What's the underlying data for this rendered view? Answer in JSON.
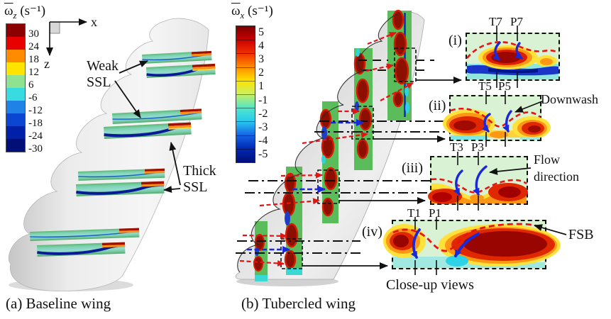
{
  "colorbar_z": {
    "title": {
      "symbol": "ω",
      "sub": "z",
      "unit": "(s⁻¹)"
    },
    "labels": [
      "30",
      "24",
      "18",
      "12",
      "6",
      "-6",
      "-12",
      "-18",
      "-24",
      "-30"
    ],
    "colors": [
      "#8b0000",
      "#e60000",
      "#ff8c00",
      "#ffe400",
      "#8fe28f",
      "#38dce0",
      "#1e82e6",
      "#0a46d2",
      "#0020a8",
      "#001078"
    ]
  },
  "colorbar_x": {
    "title": {
      "symbol": "ω",
      "sub": "x",
      "unit": "(s⁻¹)"
    },
    "labels": [
      "5",
      "4",
      "3",
      "2",
      "1",
      "-1",
      "-2",
      "-3",
      "-4",
      "-5"
    ],
    "gradient": [
      "#7a0000",
      "#cc0000",
      "#f03000",
      "#ff8c00",
      "#ffe100",
      "#c8f064",
      "#50e6c8",
      "#28c8f0",
      "#1464e6",
      "#0028b4",
      "#000f78"
    ]
  },
  "axes": {
    "x": "x",
    "z": "z"
  },
  "panel_a": {
    "weak_line1": "Weak",
    "weak_line2": "SSL",
    "thick_line1": "Thick",
    "thick_line2": "SSL",
    "caption": "(a) Baseline wing"
  },
  "panel_b": {
    "caption": "(b) Tubercled wing"
  },
  "closeups": {
    "i": {
      "label": "(i)",
      "t": "T7",
      "p": "P7"
    },
    "ii": {
      "label": "(ii)",
      "t": "T5",
      "p": "P5",
      "annotation": "Downwash"
    },
    "iii": {
      "label": "(iii)",
      "t": "T3",
      "p": "P3",
      "annotation_line1": "Flow",
      "annotation_line2": "direction"
    },
    "iv": {
      "label": "(iv)",
      "t": "T1",
      "p": "P1",
      "annotation": "FSB"
    },
    "footer": "Close-up views"
  },
  "colors": {
    "slice_green": "#5abc5a",
    "closeup_bg": "#d9f2d4",
    "vortex_dark_red": "#8c0f00",
    "vortex_red_rim": "#d21e00",
    "dashed_arrow_red": "#e41414",
    "arrow_blue": "#1a28dc",
    "wing_gray": "#e2e2e2"
  },
  "chart_data": [
    {
      "type": "heatmap",
      "title": "ω̄z (s⁻¹) color scale",
      "tick_labels": [
        30,
        24,
        18,
        12,
        6,
        -6,
        -12,
        -18,
        -24,
        -30
      ],
      "range": [
        -30,
        30
      ],
      "legend_position": "left"
    },
    {
      "type": "heatmap",
      "title": "ω̄x (s⁻¹) color scale",
      "tick_labels": [
        5,
        4,
        3,
        2,
        1,
        -1,
        -2,
        -3,
        -4,
        -5
      ],
      "range": [
        -5,
        5
      ],
      "legend_position": "left-of-panel-b"
    }
  ]
}
